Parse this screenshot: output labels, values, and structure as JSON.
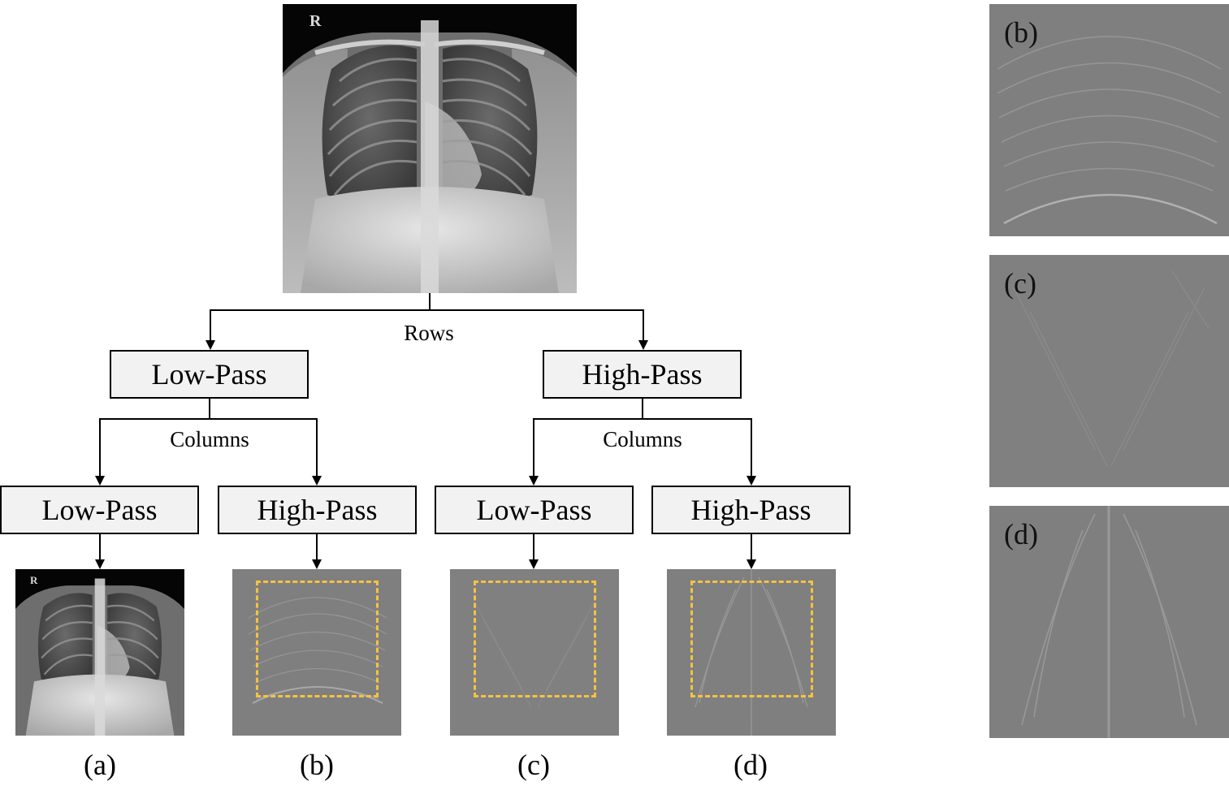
{
  "source_image": {
    "marker": "R"
  },
  "flow": {
    "rows_label": "Rows",
    "columns_label": "Columns",
    "level1": {
      "low": "Low-Pass",
      "high": "High-Pass"
    },
    "level2": {
      "low_low": "Low-Pass",
      "low_high": "High-Pass",
      "high_low": "Low-Pass",
      "high_high": "High-Pass"
    }
  },
  "outputs": {
    "a": {
      "caption": "(a)",
      "marker": "R"
    },
    "b": {
      "caption": "(b)"
    },
    "c": {
      "caption": "(c)"
    },
    "d": {
      "caption": "(d)"
    }
  },
  "detail_panels": [
    {
      "label": "(b)"
    },
    {
      "label": "(c)"
    },
    {
      "label": "(d)"
    }
  ],
  "colors": {
    "roi_box": "#f5c242",
    "filter_box": "#f2f2f2",
    "subband_gray": "#808080"
  }
}
